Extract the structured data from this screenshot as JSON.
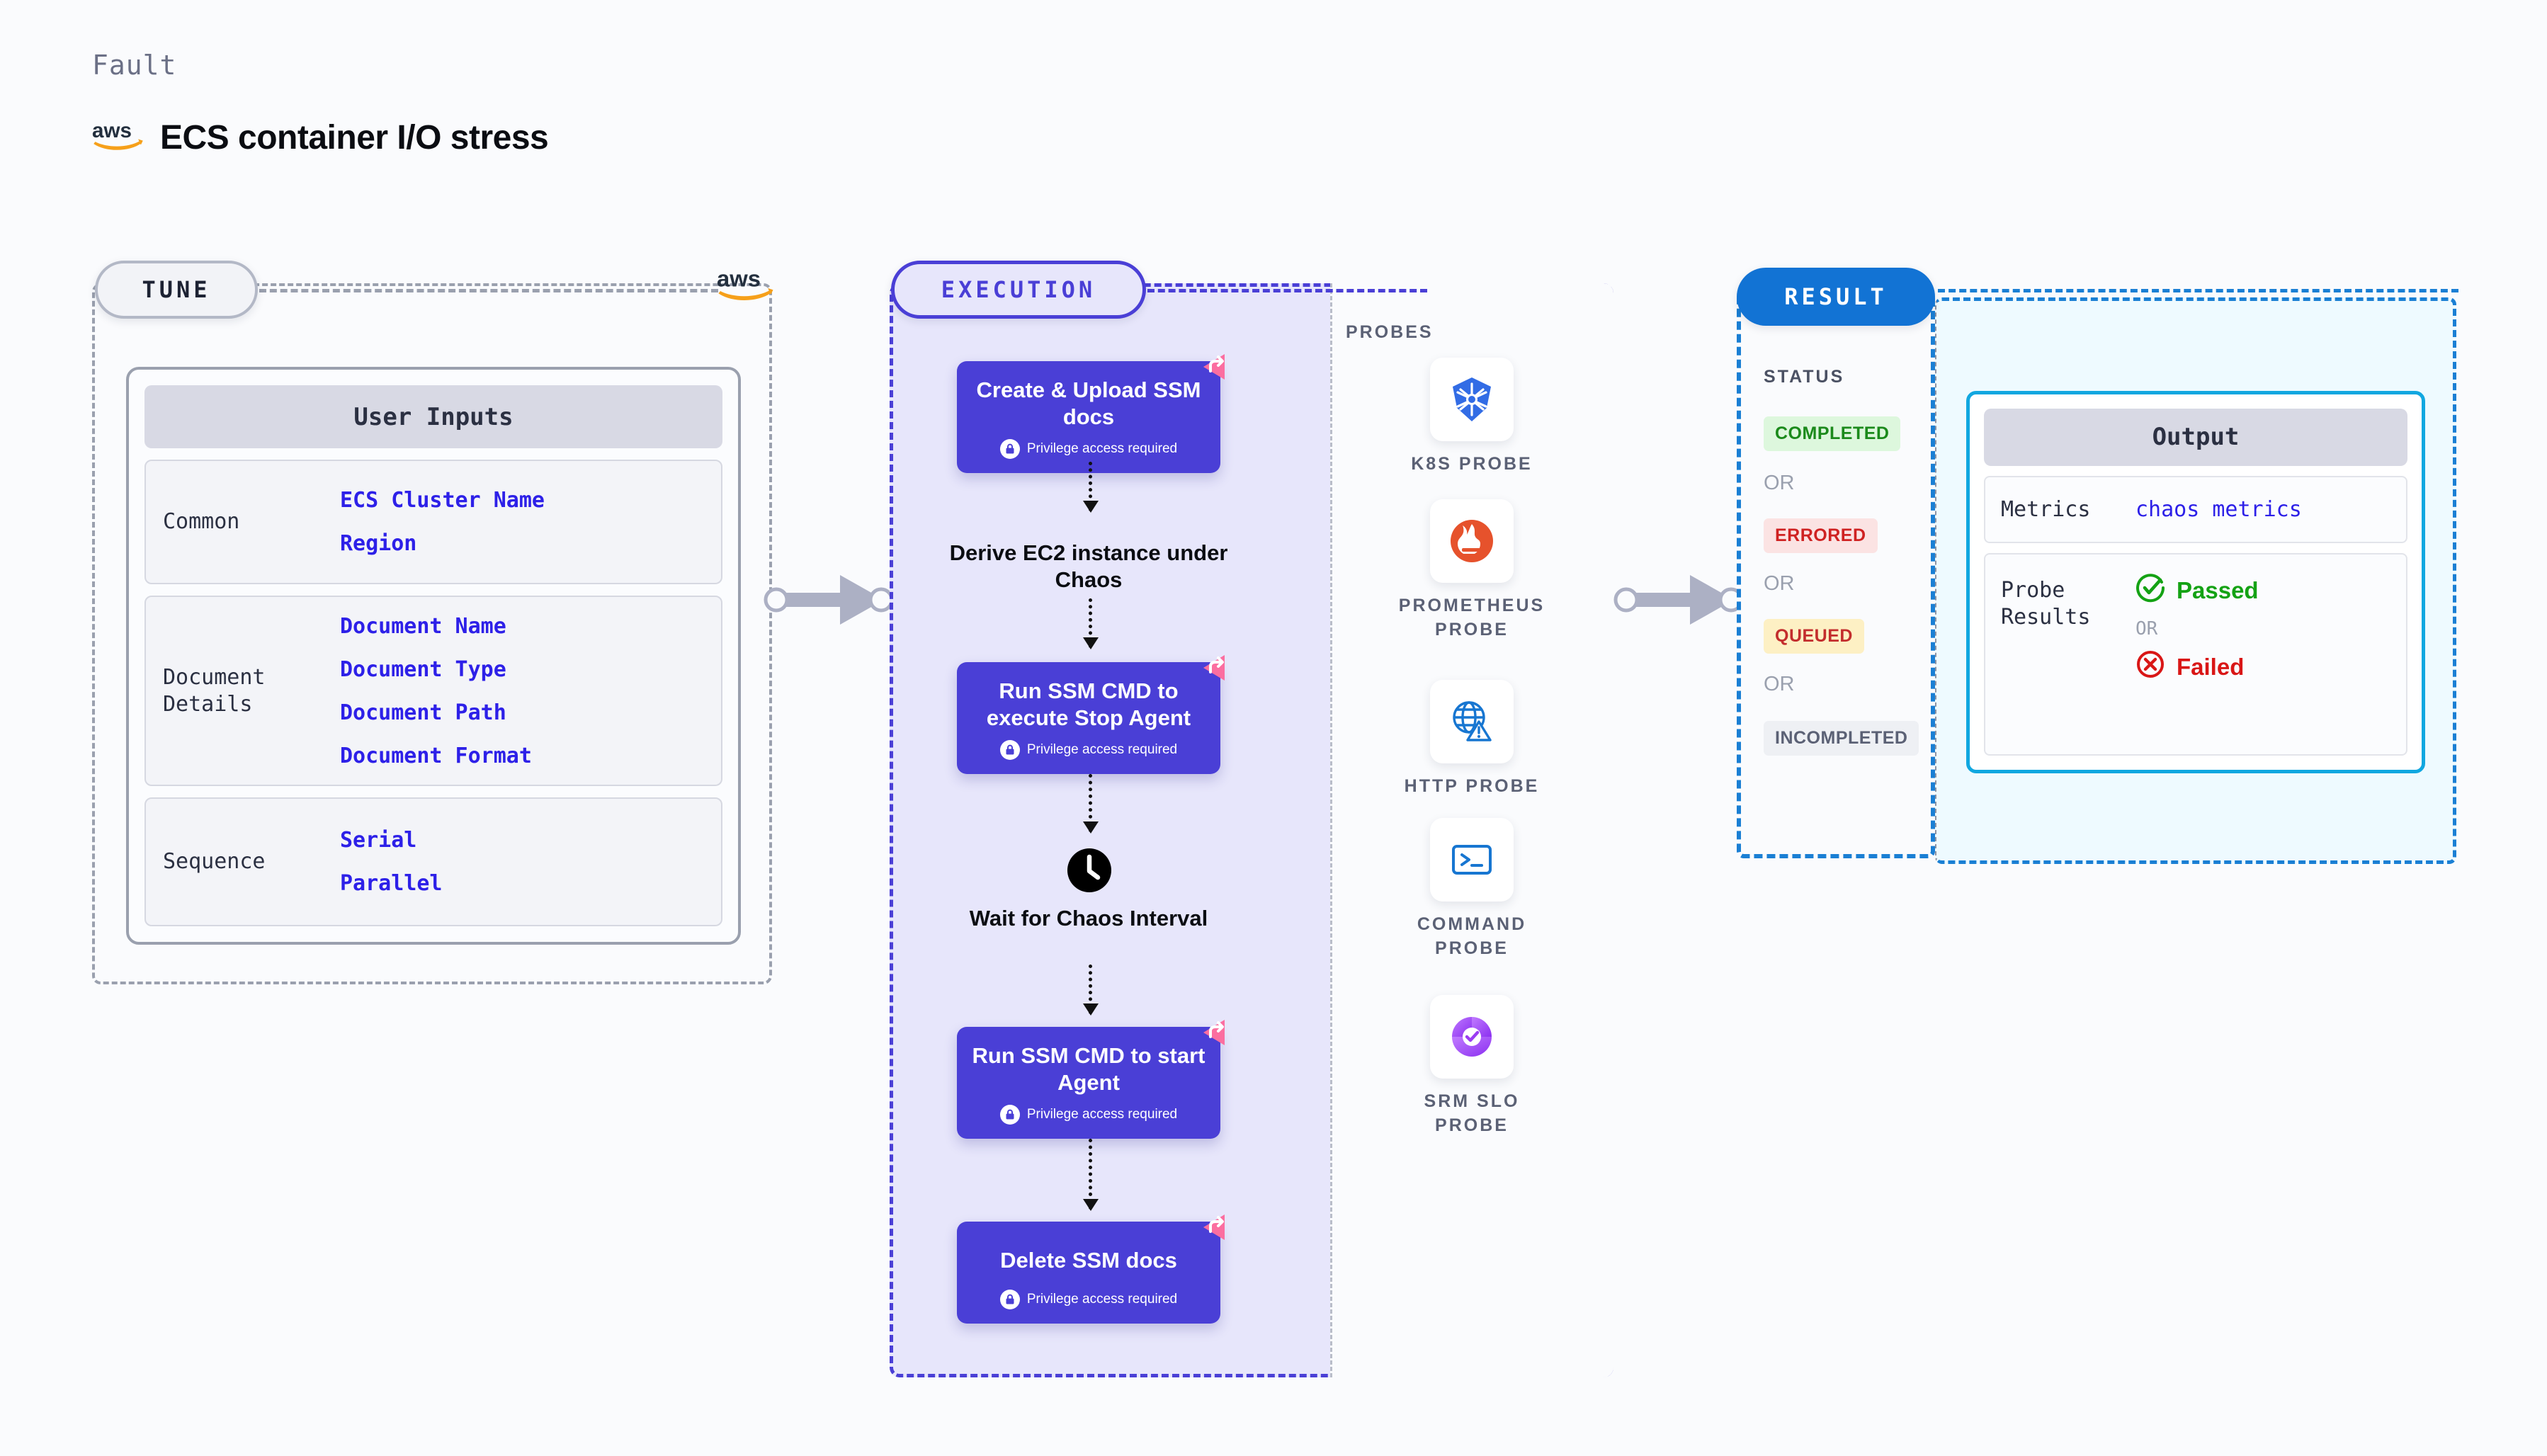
{
  "header": {
    "eyebrow": "Fault",
    "title": "ECS container I/O stress",
    "logo_icon": "aws-logo-icon"
  },
  "tune": {
    "pill_label": "TUNE",
    "logo_icon": "aws-logo-icon",
    "card_header": "User Inputs",
    "groups": [
      {
        "label": "Common",
        "values": [
          "ECS Cluster Name",
          "Region"
        ]
      },
      {
        "label": "Document\nDetails",
        "values": [
          "Document Name",
          "Document Type",
          "Document Path",
          "Document Format"
        ]
      },
      {
        "label": "Sequence",
        "values": [
          "Serial",
          "Parallel"
        ]
      }
    ]
  },
  "execution": {
    "pill_label": "EXECUTION",
    "privilege_note": "Privilege access required",
    "nodes": [
      {
        "type": "action",
        "title": "Create & Upload SSM docs",
        "privilege": true,
        "flag": "revert-flag-icon"
      },
      {
        "type": "step",
        "title": "Derive EC2 instance under Chaos"
      },
      {
        "type": "action",
        "title": "Run SSM CMD to execute Stop Agent",
        "privilege": true,
        "flag": "revert-flag-icon"
      },
      {
        "type": "wait",
        "title": "Wait for Chaos Interval",
        "icon": "clock-icon"
      },
      {
        "type": "action",
        "title": "Run SSM CMD to start Agent",
        "privilege": true,
        "flag": "revert-flag-icon"
      },
      {
        "type": "action",
        "title": "Delete SSM docs",
        "privilege": true,
        "flag": "revert-flag-icon"
      }
    ]
  },
  "probes": {
    "title": "PROBES",
    "items": [
      {
        "label": "K8S PROBE",
        "icon": "kubernetes-icon"
      },
      {
        "label": "PROMETHEUS PROBE",
        "icon": "prometheus-icon"
      },
      {
        "label": "HTTP PROBE",
        "icon": "http-globe-warning-icon"
      },
      {
        "label": "COMMAND PROBE",
        "icon": "terminal-icon"
      },
      {
        "label": "SRM SLO PROBE",
        "icon": "srm-slo-icon"
      }
    ]
  },
  "result": {
    "pill_label": "RESULT",
    "status_title": "STATUS",
    "or_label": "OR",
    "statuses": [
      {
        "label": "COMPLETED",
        "bg": "#ddf7dd",
        "fg": "#1b8a1b"
      },
      {
        "label": "ERRORED",
        "bg": "#fbe3e3",
        "fg": "#cf2222"
      },
      {
        "label": "QUEUED",
        "bg": "#fdf0c4",
        "fg": "#c32d2d"
      },
      {
        "label": "INCOMPLETED",
        "bg": "#eef0f4",
        "fg": "#5b6175"
      }
    ]
  },
  "output": {
    "card_header": "Output",
    "metrics_label": "Metrics",
    "metrics_value": "chaos metrics",
    "probe_results_label": "Probe\nResults",
    "or_label": "OR",
    "passed_label": "Passed",
    "failed_label": "Failed",
    "passed_icon": "check-circle-icon",
    "failed_icon": "x-circle-icon"
  },
  "colors": {
    "accent_purple": "#4a3fd6",
    "accent_blue": "#1273d4",
    "accent_cyan": "#11a7e0",
    "aws_orange": "#f6a01a",
    "flag_pink": "#fb6ea0",
    "mono_blue": "#2d20e8"
  }
}
